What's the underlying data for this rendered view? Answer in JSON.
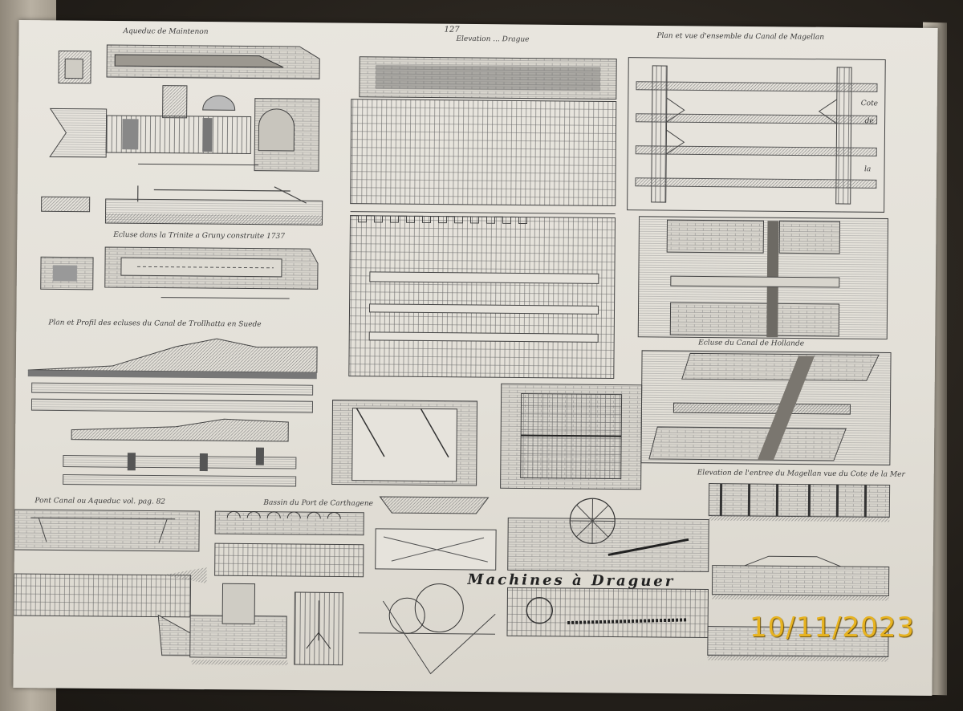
{
  "plate": {
    "number": "127",
    "top_heading": "Elevation ... Drague",
    "header_right": "Plan et vue d'ensemble du Canal de Magellan",
    "caption_aqueduct": "Aqueduc de Maintenon",
    "caption_trollhatta": "Plan et Profil des ecluses du Canal de Trollhatta en Suede",
    "caption_ecluse_trinite": "Ecluse dans la Trinite a Gruny construite 1737",
    "caption_pont_canal": "Pont Canal ou Aqueduc vol. pag. 82",
    "caption_carthagene": "Bassin du Port de Carthagene",
    "caption_holland": "Ecluse du Canal de Hollande",
    "caption_digue": "Elevation de l'entree du Magellan vue du Cote de la Mer",
    "title_main": "Machines à Draguer",
    "side_text_1": "Cote",
    "side_text_2": "de",
    "side_text_3": "la"
  },
  "date_stamp": "10/11/2023",
  "colors": {
    "paper": "#e6e3dc",
    "ink": "#4a4a4a",
    "stamp": "#e7b321",
    "background": "#2b2722"
  }
}
